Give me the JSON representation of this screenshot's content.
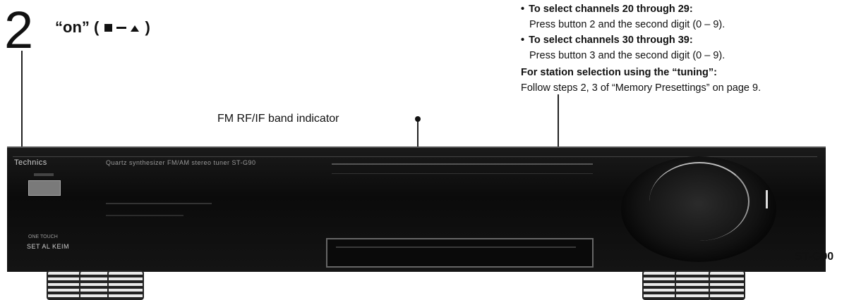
{
  "step": {
    "number": "2",
    "text_prefix": "“on” ( ",
    "text_suffix": " )",
    "symbol_icons": [
      "stop-square-icon",
      "dash-icon",
      "eject-triangle-icon"
    ]
  },
  "instructions": {
    "items": [
      {
        "kind": "bullet",
        "text": "To select channels 20 through 29:"
      },
      {
        "kind": "sub",
        "text": "Press button 2 and the second digit (0 – 9)."
      },
      {
        "kind": "bullet",
        "text": "To select channels 30 through 39:"
      },
      {
        "kind": "sub",
        "text": "Press button 3 and the second digit (0 – 9)."
      },
      {
        "kind": "heading",
        "text": "For station selection using the “tuning”:"
      },
      {
        "kind": "plain",
        "text": "Follow steps 2, 3 of “Memory Presettings” on page 9."
      }
    ]
  },
  "callouts": {
    "band_indicator": "FM RF/IF band indicator"
  },
  "device": {
    "brand": "Technics",
    "series_text": "Quartz synthesizer FM/AM stereo tuner ST-G90",
    "badge": "SET AL KEIM",
    "badge_small": "ONE TOUCH",
    "model": "ST-G90"
  }
}
